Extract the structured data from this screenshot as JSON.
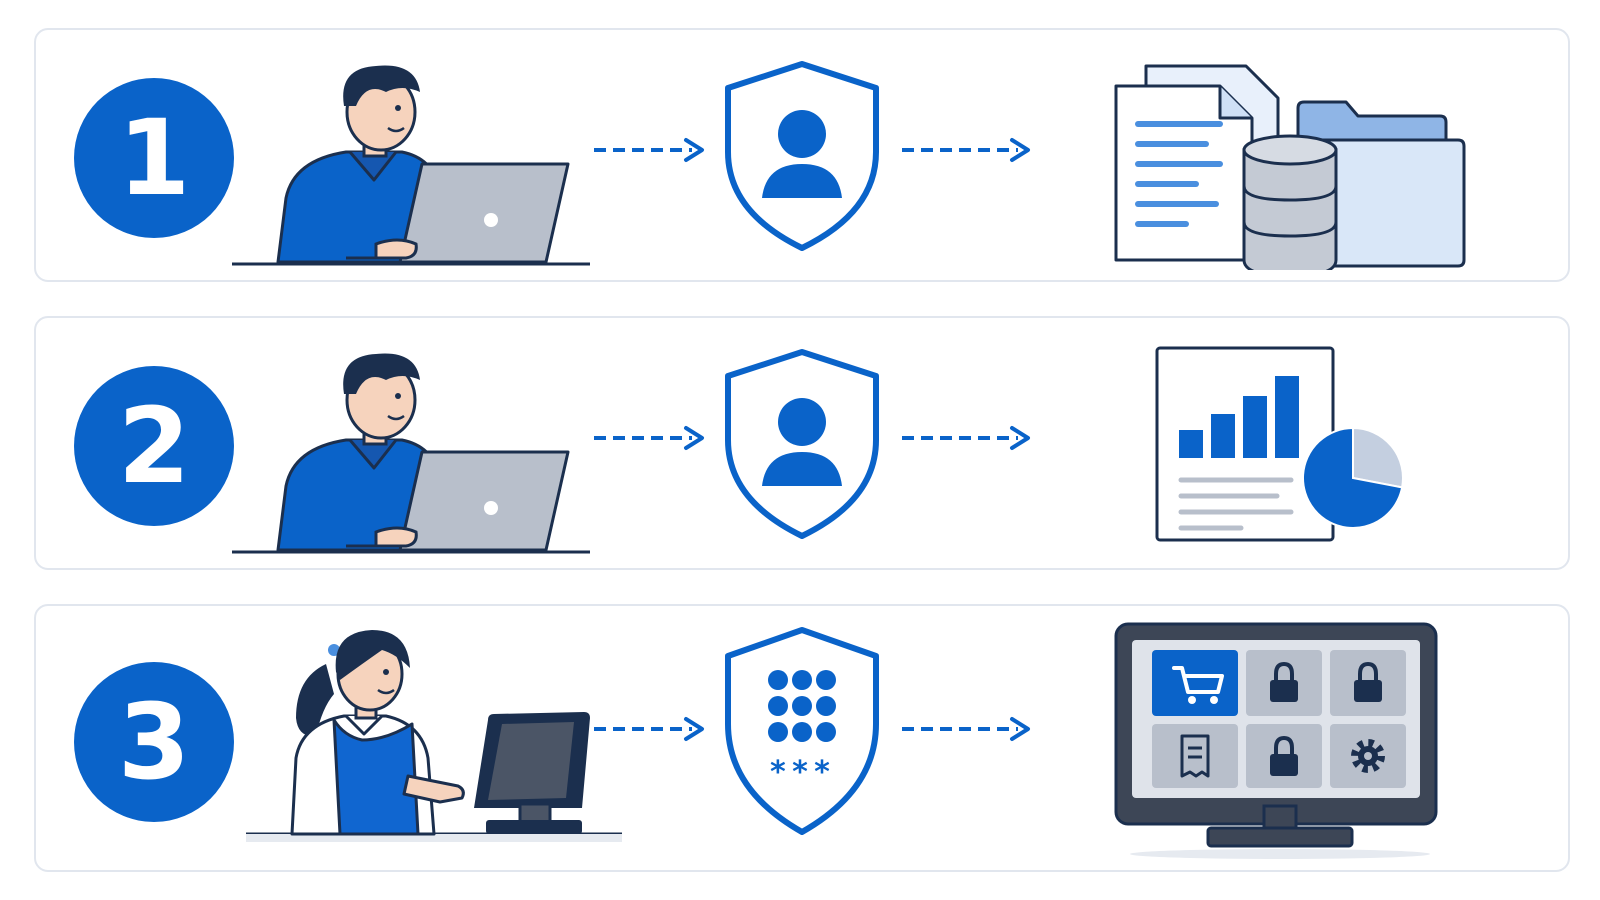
{
  "colors": {
    "brand_blue": "#0a63c9",
    "light_blue": "#cfe0f6",
    "outline_navy": "#1b2f4e",
    "laptop_gray": "#b8bfcb",
    "row_border": "#e1e6ee"
  },
  "rows": [
    {
      "number": "1",
      "actor": "person-at-laptop-icon",
      "gate": "user-shield-icon",
      "resource": "documents-database-folder-icon"
    },
    {
      "number": "2",
      "actor": "person-at-laptop-icon",
      "gate": "user-shield-icon",
      "resource": "analytics-report-icon"
    },
    {
      "number": "3",
      "actor": "cashier-at-terminal-icon",
      "gate": "pin-shield-icon",
      "resource": "pos-terminal-icon"
    }
  ],
  "terminal_tiles": [
    "cart-icon",
    "lock-icon",
    "lock-icon",
    "receipt-icon",
    "lock-icon",
    "gear-icon"
  ],
  "pin_mask": "***"
}
